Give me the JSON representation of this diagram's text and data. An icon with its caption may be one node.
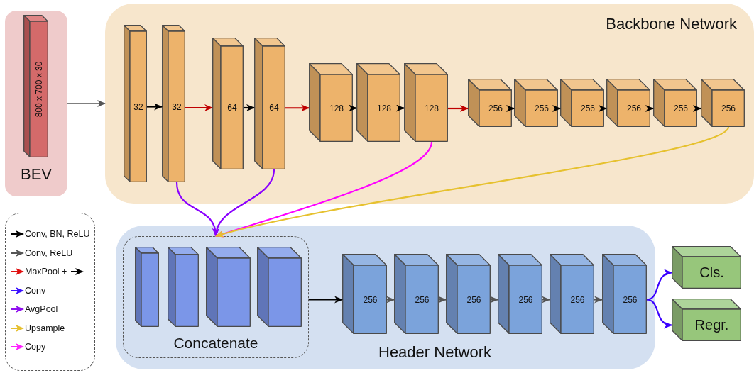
{
  "diagram": {
    "nodes": [
      {
        "text": [
          "BEV"
        ]
      },
      {
        "text": [
          "800 x 700 x 30"
        ],
        "in": 0
      },
      {
        "text": [
          "Backbone Network"
        ]
      },
      {
        "text": [
          "32"
        ],
        "in": 2
      },
      {
        "text": [
          "32"
        ],
        "in": 2
      },
      {
        "text": [
          "64"
        ],
        "in": 2
      },
      {
        "text": [
          "64"
        ],
        "in": 2
      },
      {
        "text": [
          "128"
        ],
        "in": 2
      },
      {
        "text": [
          "128"
        ],
        "in": 2
      },
      {
        "text": [
          "128"
        ],
        "in": 2
      },
      {
        "text": [
          "256"
        ],
        "in": 2
      },
      {
        "text": [
          "256"
        ],
        "in": 2
      },
      {
        "text": [
          "256"
        ],
        "in": 2
      },
      {
        "text": [
          "256"
        ],
        "in": 2
      },
      {
        "text": [
          "256"
        ],
        "in": 2
      },
      {
        "text": [
          "256"
        ],
        "in": 2
      },
      {
        "text": [
          "Header Network"
        ]
      },
      {
        "text": [
          "Concatenate"
        ],
        "in": 16
      },
      {
        "text": [],
        "shape": "box",
        "in": 17
      },
      {
        "text": [],
        "shape": "box",
        "in": 17
      },
      {
        "text": [],
        "shape": "box",
        "in": 17
      },
      {
        "text": [],
        "shape": "box",
        "in": 17
      },
      {
        "text": [
          "256"
        ],
        "in": 16
      },
      {
        "text": [
          "256"
        ],
        "in": 16
      },
      {
        "text": [
          "256"
        ],
        "in": 16
      },
      {
        "text": [
          "256"
        ],
        "in": 16
      },
      {
        "text": [
          "256"
        ],
        "in": 16
      },
      {
        "text": [
          "256"
        ],
        "in": 16
      },
      {
        "text": [
          "Cls."
        ]
      },
      {
        "text": [
          "Regr."
        ]
      }
    ],
    "edges": [
      {
        "from": 0,
        "to": 2,
        "arrow": "to",
        "color": "#555555"
      },
      {
        "from": 3,
        "to": 4,
        "arrow": "to"
      },
      {
        "from": 4,
        "to": 5,
        "arrow": "to",
        "color": "#c00000"
      },
      {
        "from": 5,
        "to": 6,
        "arrow": "to"
      },
      {
        "from": 6,
        "to": 7,
        "arrow": "to",
        "color": "#c00000"
      },
      {
        "from": 7,
        "to": 8,
        "arrow": "to"
      },
      {
        "from": 8,
        "to": 9,
        "arrow": "to"
      },
      {
        "from": 9,
        "to": 10,
        "arrow": "to",
        "color": "#c00000"
      },
      {
        "from": 10,
        "to": 11,
        "arrow": "to"
      },
      {
        "from": 11,
        "to": 12,
        "arrow": "to"
      },
      {
        "from": 12,
        "to": 13,
        "arrow": "to"
      },
      {
        "from": 13,
        "to": 14,
        "arrow": "to"
      },
      {
        "from": 14,
        "to": 15,
        "arrow": "to"
      },
      {
        "from": 4,
        "to": 17,
        "arrow": "to",
        "color": "#8a00ff"
      },
      {
        "from": 6,
        "to": 17,
        "arrow": "to",
        "color": "#8a00ff"
      },
      {
        "from": 9,
        "to": 17,
        "arrow": "to",
        "color": "#ff00ff"
      },
      {
        "from": 15,
        "to": 17,
        "arrow": "to",
        "color": "#e6c12e"
      },
      {
        "from": 17,
        "to": 22,
        "arrow": "to"
      },
      {
        "from": 22,
        "to": 23,
        "arrow": "to",
        "color": "#555555"
      },
      {
        "from": 23,
        "to": 24,
        "arrow": "to",
        "color": "#555555"
      },
      {
        "from": 24,
        "to": 25,
        "arrow": "to",
        "color": "#555555"
      },
      {
        "from": 25,
        "to": 26,
        "arrow": "to",
        "color": "#555555"
      },
      {
        "from": 26,
        "to": 27,
        "arrow": "to",
        "color": "#555555"
      },
      {
        "from": 27,
        "to": 28,
        "arrow": "to",
        "color": "#3a00ff"
      },
      {
        "from": 27,
        "to": 29,
        "arrow": "to",
        "color": "#3a00ff"
      }
    ],
    "legend": [
      {
        "text": "Conv, BN, ReLU"
      },
      {
        "text": "Conv, ReLU"
      },
      {
        "text": "MaxPool +"
      },
      {
        "text": "Conv"
      },
      {
        "text": "AvgPool"
      },
      {
        "text": "Upsample"
      },
      {
        "text": "Copy"
      }
    ]
  }
}
